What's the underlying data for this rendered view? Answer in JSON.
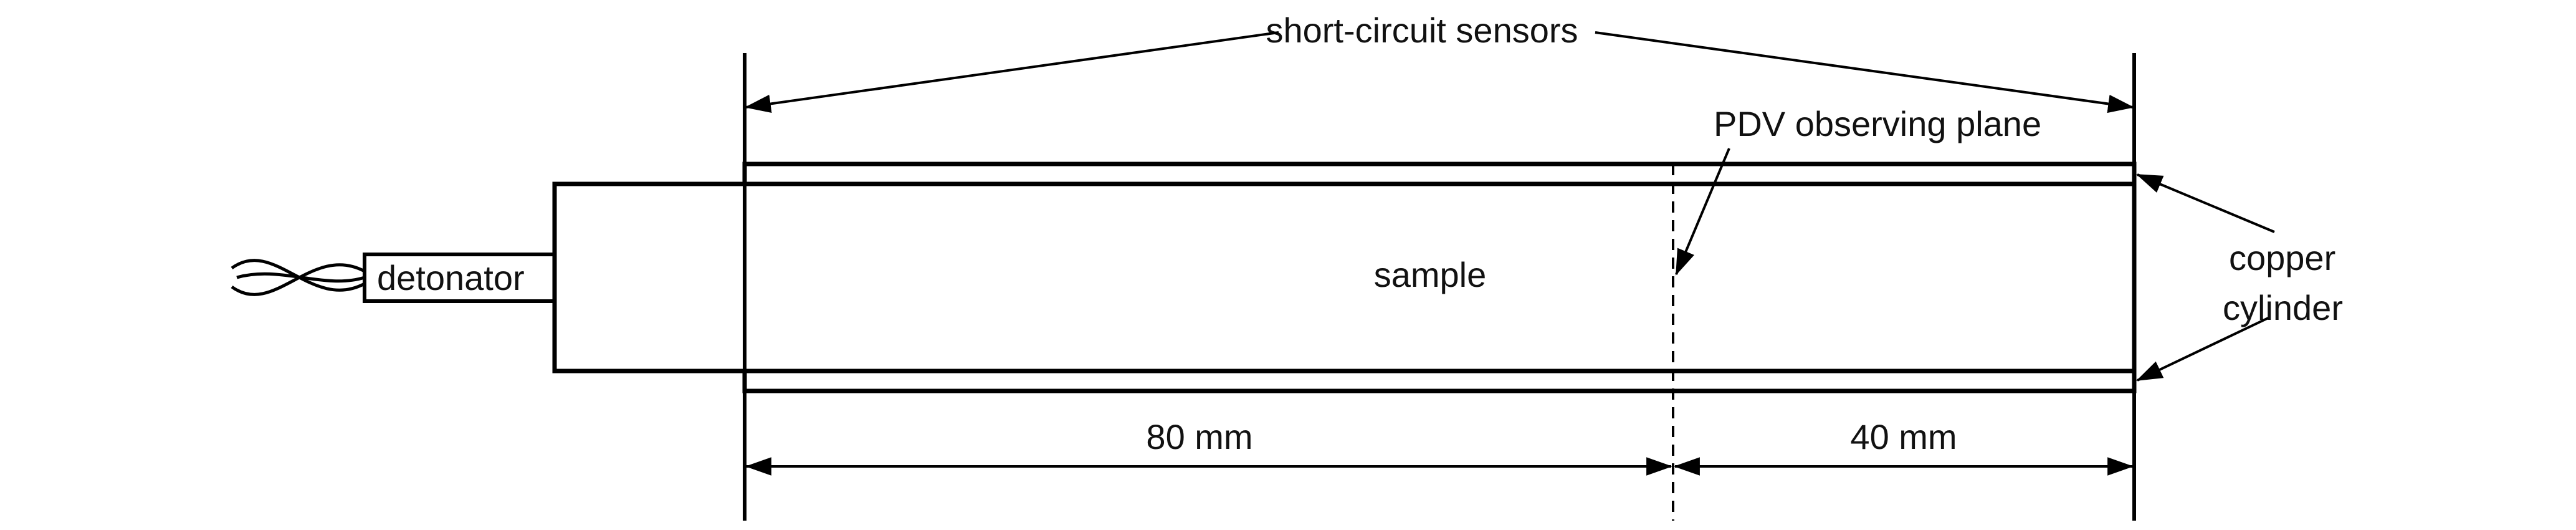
{
  "labels": {
    "sensors": "short-circuit sensors",
    "pdv_plane": "PDV observing plane",
    "sample": "sample",
    "detonator": "detonator",
    "copper_line1": "copper",
    "copper_line2": "cylinder",
    "dim_left": "80 mm",
    "dim_right": "40 mm"
  },
  "colors": {
    "line": "#000000",
    "text": "#111111",
    "background": "#ffffff"
  }
}
